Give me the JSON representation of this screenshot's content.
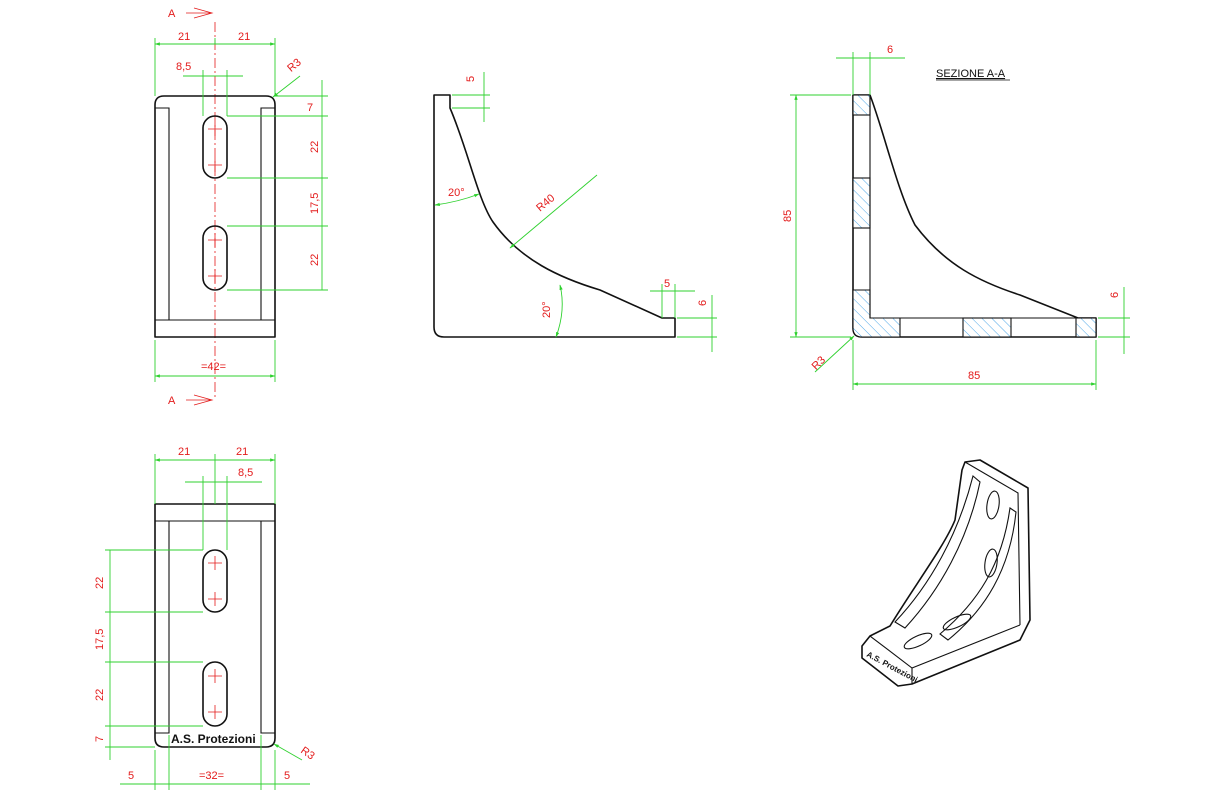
{
  "sections": {
    "cut_label": "A",
    "section_title": "SEZIONE A-A"
  },
  "brand": "A.S. Protezioni",
  "front_view": {
    "w_left": "21",
    "w_right": "21",
    "slot_width": "8,5",
    "radius": "R3",
    "v_top": "7",
    "v_slot1": "22",
    "v_gap": "17,5",
    "v_slot2": "22",
    "width_total": "=42="
  },
  "side_view": {
    "top_lip": "5",
    "angle_top": "20°",
    "radius_curve": "R40",
    "angle_bottom": "20°",
    "end_lip": "5",
    "end_height": "6"
  },
  "section_view": {
    "thickness_top": "6",
    "height": "85",
    "thickness_right": "6",
    "radius": "R3",
    "length": "85"
  },
  "bottom_view": {
    "w_left": "21",
    "w_right": "21",
    "slot_width": "8,5",
    "v_slot1": "22",
    "v_gap": "17,5",
    "v_slot2": "22",
    "v_bottom": "7",
    "edge_left": "5",
    "inner_width": "=32=",
    "edge_right": "5",
    "radius": "R3"
  },
  "colors": {
    "part": "#111111",
    "dimension": "#2fd12f",
    "text": "#e31b1b",
    "hatch": "#4fa8e8"
  }
}
